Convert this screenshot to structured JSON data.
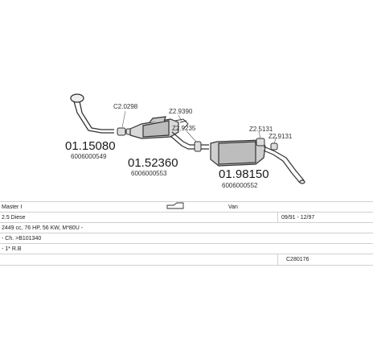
{
  "parts": {
    "front_pipe_number": "01.15080",
    "front_pipe_ref": "6006000549",
    "middle_number": "01.52360",
    "middle_ref": "6006000553",
    "rear_number": "01.98150",
    "rear_ref": "6006000552",
    "code_c2": "C2.0298",
    "code_z2_9": "Z2.9390",
    "code_z2_9235": "Z2.9235",
    "code_z2_5131": "Z2.5131",
    "code_z2_931": "Z2.9131"
  },
  "table": {
    "vehicle": "Master I",
    "body_type": "Van",
    "engine": "2.5 Diese",
    "years": "09/91 - 12/97",
    "spec_line": "2449 cc, 76 HP, 56 KW, M*80U -",
    "chassis_line": "- Ch. >B101340",
    "extra_line": "- 1* R.B",
    "catalog_code": "C280176"
  },
  "icons": {
    "vehicle_icon": "van-icon"
  }
}
